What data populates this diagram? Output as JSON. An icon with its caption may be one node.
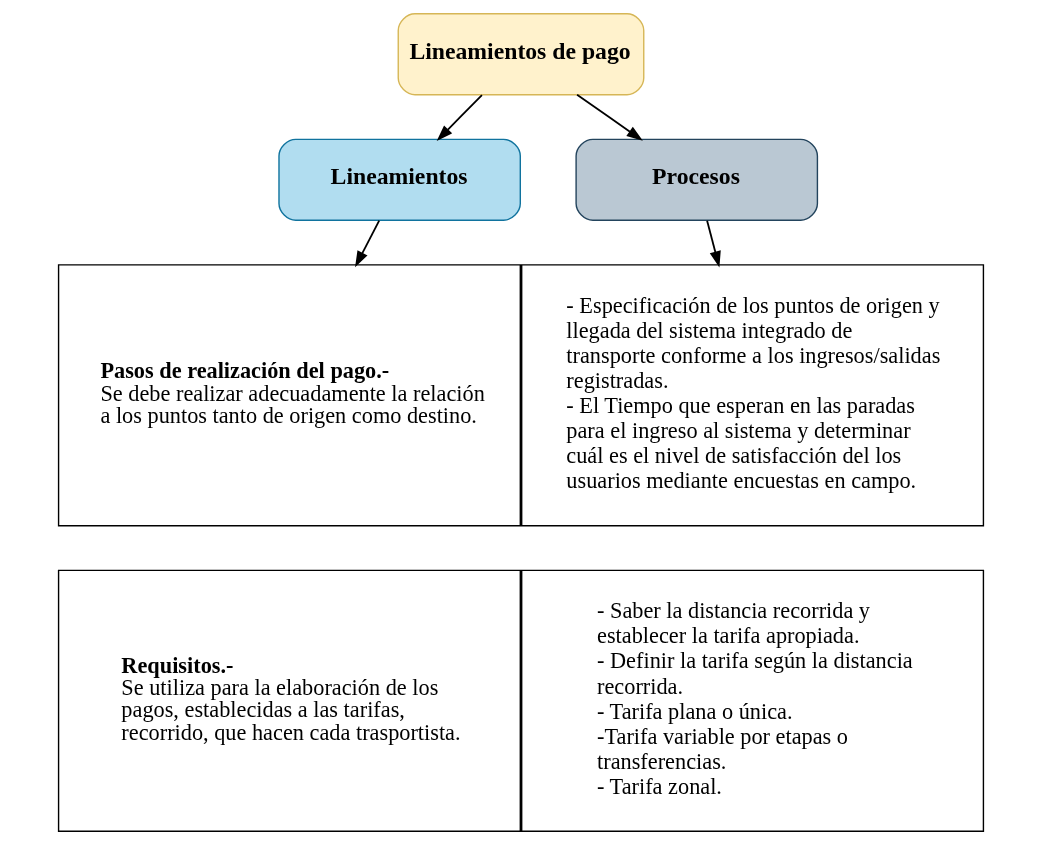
{
  "diagram": {
    "nodes": [
      {
        "text": [
          "Lineamientos de pago"
        ]
      },
      {
        "text": [
          "Lineamientos"
        ]
      },
      {
        "text": [
          "Procesos"
        ]
      },
      {
        "text": [
          "Pasos de realización del pago.-",
          "Se debe realizar adecuadamente la relación a los puntos tanto de origen como destino."
        ]
      },
      {
        "text": [
          "- Especificación de los puntos de origen y llegada del sistema integrado de transporte conforme a los ingresos/salidas registradas.",
          "- El Tiempo que esperan en las paradas para el ingreso al sistema y determinar cuál es el nivel de satisfacción del los usuarios mediante encuestas en campo."
        ]
      },
      {
        "text": [
          "Requisitos.-",
          "Se utiliza para la elaboración de los pagos, establecidas a las tarifas, recorrido, que hacen cada trasportista."
        ]
      },
      {
        "text": [
          "- Saber la distancia recorrida y establecer la tarifa apropiada.",
          "- Definir la tarifa según la distancia recorrida.",
          "- Tarifa plana o única.",
          "-Tarifa variable por etapas o transferencias.",
          "- Tarifa zonal."
        ]
      }
    ],
    "edges": [
      {
        "from": 0,
        "to": 1,
        "arrow": "to"
      },
      {
        "from": 0,
        "to": 2,
        "arrow": "to"
      },
      {
        "from": 1,
        "to": 3,
        "arrow": "to"
      },
      {
        "from": 2,
        "to": 4,
        "arrow": "to"
      }
    ]
  }
}
